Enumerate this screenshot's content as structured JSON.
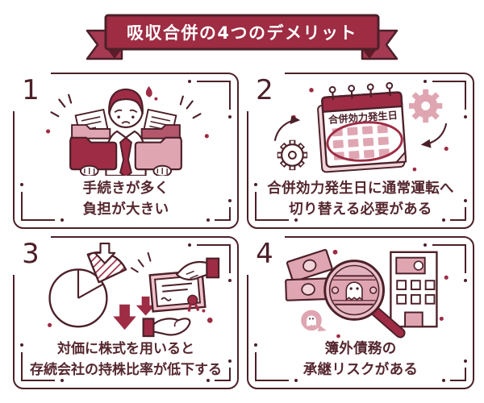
{
  "banner": {
    "title": "吸収合併の4つのデメリット"
  },
  "palette": {
    "outline": "#4c2029",
    "crimson": "#9e2c44",
    "crimson_light": "#a53a52",
    "pink": "#dfa6b2",
    "pink_light": "#f0d4da",
    "text": "#55272f",
    "background": "#ffffff",
    "ribbon_text": "#ffffff"
  },
  "icons": {
    "card1": "stressed-worker-with-document-folders",
    "card2": "calendar-with-gears",
    "card3": "pie-chart-and-stock-certificate-handover",
    "card4": "magnifier-ghost-over-money-and-building"
  },
  "cards": [
    {
      "number": "1",
      "caption_line1": "手続きが多く",
      "caption_line2": "負担が大きい"
    },
    {
      "number": "2",
      "calendar_label": "合併効力発生日",
      "caption_line1": "合併効力発生日に通常運転へ",
      "caption_line2": "切り替える必要がある"
    },
    {
      "number": "3",
      "caption_line1": "対価に株式を用いると",
      "caption_line2": "存続会社の持株比率が低下する"
    },
    {
      "number": "4",
      "caption_line1": "簿外債務の",
      "caption_line2": "承継リスクがある"
    }
  ]
}
